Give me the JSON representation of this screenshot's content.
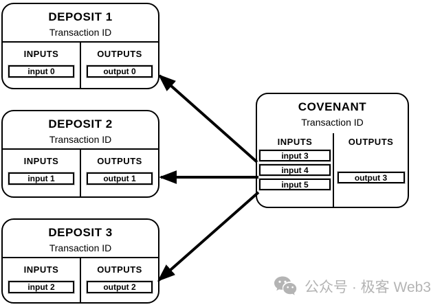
{
  "diagram": {
    "boxes": {
      "deposit1": {
        "title": "DEPOSIT 1",
        "subtitle": "Transaction ID",
        "inputs_label": "INPUTS",
        "outputs_label": "OUTPUTS",
        "inputs": [
          "input 0"
        ],
        "outputs": [
          "output 0"
        ]
      },
      "deposit2": {
        "title": "DEPOSIT 2",
        "subtitle": "Transaction ID",
        "inputs_label": "INPUTS",
        "outputs_label": "OUTPUTS",
        "inputs": [
          "input 1"
        ],
        "outputs": [
          "output 1"
        ]
      },
      "deposit3": {
        "title": "DEPOSIT 3",
        "subtitle": "Transaction ID",
        "inputs_label": "INPUTS",
        "outputs_label": "OUTPUTS",
        "inputs": [
          "input 2"
        ],
        "outputs": [
          "output 2"
        ]
      },
      "covenant": {
        "title": "COVENANT",
        "subtitle": "Transaction ID",
        "inputs_label": "INPUTS",
        "outputs_label": "OUTPUTS",
        "inputs": [
          "input 3",
          "input 4",
          "input 5"
        ],
        "outputs": [
          "output 3"
        ]
      }
    },
    "arrows": [
      {
        "from": "covenant input 3",
        "to": "deposit1 output 0"
      },
      {
        "from": "covenant input 4",
        "to": "deposit2 output 1"
      },
      {
        "from": "covenant input 5",
        "to": "deposit3 output 2"
      }
    ],
    "colors": {
      "line": "#000000",
      "background": "#ffffff",
      "chip_outline": "#cfcfcf"
    }
  },
  "watermark": {
    "icon": "wechat-icon",
    "text": "公众号 · 极客 Web3",
    "color": "#b4b4b4"
  }
}
